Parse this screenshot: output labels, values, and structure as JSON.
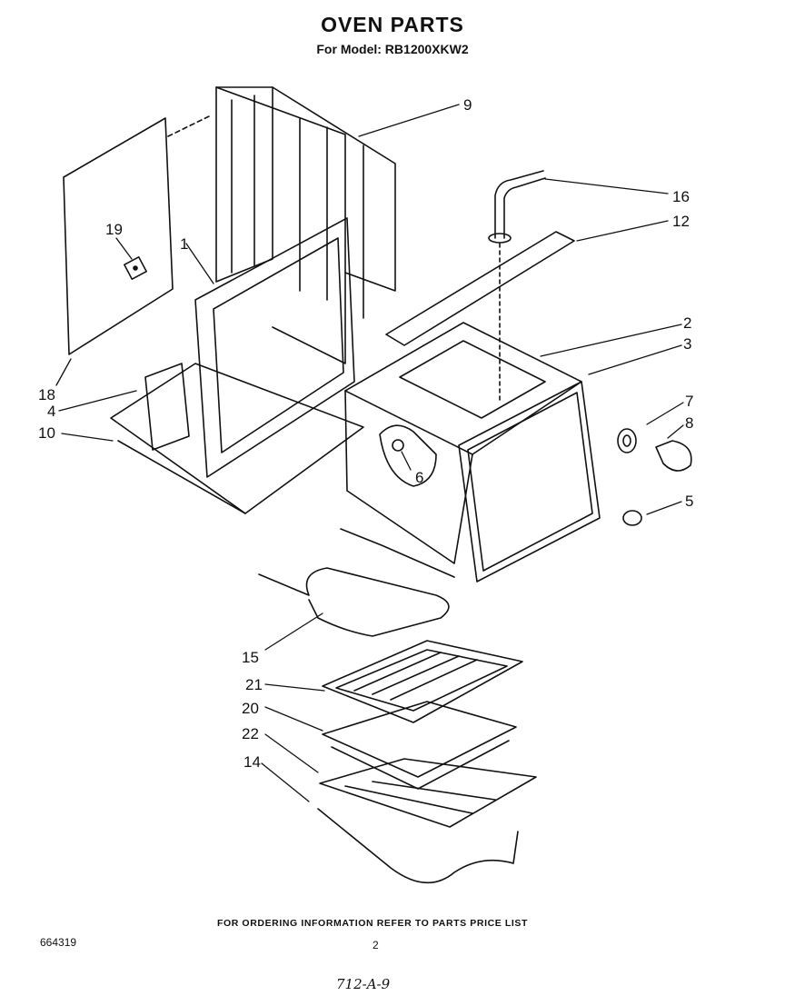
{
  "header": {
    "title": "OVEN PARTS",
    "subtitle": "For Model: RB1200XKW2"
  },
  "footer": {
    "ordering_note": "FOR ORDERING INFORMATION REFER TO PARTS PRICE LIST",
    "code": "664319",
    "page_number": "2",
    "handwritten": "712-A-9"
  },
  "callouts": [
    {
      "id": "c9",
      "label": "9"
    },
    {
      "id": "c16",
      "label": "16"
    },
    {
      "id": "c12",
      "label": "12"
    },
    {
      "id": "c19",
      "label": "19"
    },
    {
      "id": "c1",
      "label": "1"
    },
    {
      "id": "c2",
      "label": "2"
    },
    {
      "id": "c3",
      "label": "3"
    },
    {
      "id": "c18",
      "label": "18"
    },
    {
      "id": "c4",
      "label": "4"
    },
    {
      "id": "c10",
      "label": "10"
    },
    {
      "id": "c7",
      "label": "7"
    },
    {
      "id": "c8",
      "label": "8"
    },
    {
      "id": "c6",
      "label": "6"
    },
    {
      "id": "c5",
      "label": "5"
    },
    {
      "id": "c15",
      "label": "15"
    },
    {
      "id": "c21",
      "label": "21"
    },
    {
      "id": "c20",
      "label": "20"
    },
    {
      "id": "c22",
      "label": "22"
    },
    {
      "id": "c14",
      "label": "14"
    }
  ]
}
